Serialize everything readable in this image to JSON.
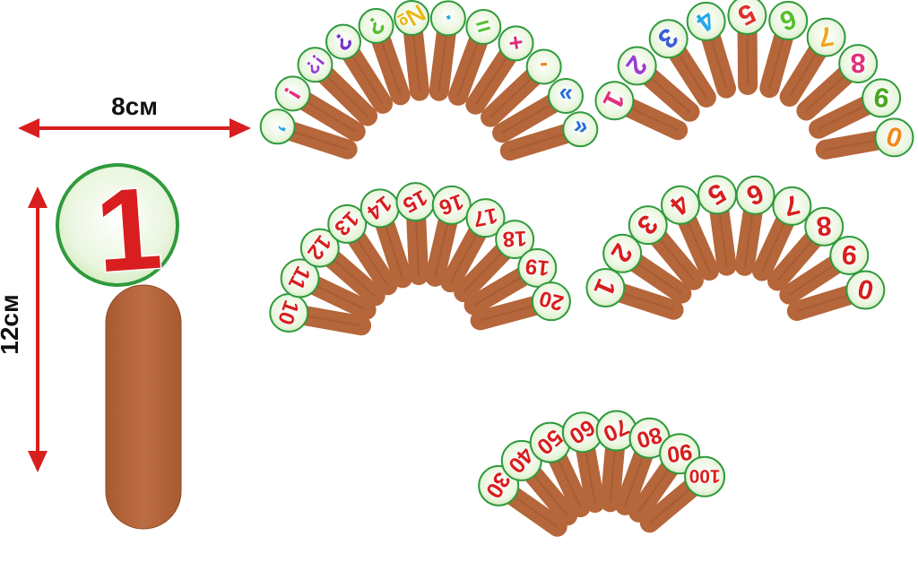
{
  "dimensions": {
    "width_label": "8см",
    "height_label": "12см"
  },
  "main_card": {
    "number": "1"
  },
  "fans": [
    {
      "id": "punctuation",
      "style": "multicolor",
      "items": [
        {
          "t": "’",
          "c": "#25a8e8"
        },
        {
          "t": "!",
          "c": "#e0307a"
        },
        {
          "t": "!?",
          "c": "#9a3fd0"
        },
        {
          "t": "?",
          "c": "#7a35c8"
        },
        {
          "t": "?",
          "c": "#58c030"
        },
        {
          "t": "№",
          "c": "#e8b818"
        },
        {
          "t": "·",
          "c": "#25a8e8"
        },
        {
          "t": "=",
          "c": "#58c030"
        },
        {
          "t": "+",
          "c": "#e0307a"
        },
        {
          "t": "-",
          "c": "#f08a1a"
        },
        {
          "t": "»",
          "c": "#2a6fd8"
        },
        {
          "t": "«",
          "c": "#2a6fd8"
        }
      ]
    },
    {
      "id": "digits-colored",
      "style": "multicolor",
      "items": [
        {
          "t": "1",
          "c": "#e0307a"
        },
        {
          "t": "2",
          "c": "#9a3fd0"
        },
        {
          "t": "3",
          "c": "#3a5fd8"
        },
        {
          "t": "4",
          "c": "#25a8e8"
        },
        {
          "t": "5",
          "c": "#e0302a"
        },
        {
          "t": "6",
          "c": "#58c030"
        },
        {
          "t": "7",
          "c": "#f0a818"
        },
        {
          "t": "8",
          "c": "#e0307a"
        },
        {
          "t": "9",
          "c": "#4aa820"
        },
        {
          "t": "0",
          "c": "#f08a1a"
        }
      ]
    },
    {
      "id": "numbers-10-20",
      "style": "red",
      "items": [
        "10",
        "11",
        "12",
        "13",
        "14",
        "15",
        "16",
        "17",
        "18",
        "19",
        "20"
      ]
    },
    {
      "id": "digits-red",
      "style": "red",
      "items": [
        "1",
        "2",
        "3",
        "4",
        "5",
        "6",
        "7",
        "8",
        "9",
        "0"
      ]
    },
    {
      "id": "tens",
      "style": "red",
      "items": [
        "30",
        "40",
        "50",
        "60",
        "70",
        "80",
        "90",
        "100"
      ]
    }
  ],
  "colors": {
    "stick": "#b5663a",
    "stick_edge": "#8e4a26",
    "disk_ring": "#2f9a3c",
    "disk_fill": "#eef8e4",
    "number_red": "#d81e1e",
    "arrow_red": "#d81e1e"
  }
}
